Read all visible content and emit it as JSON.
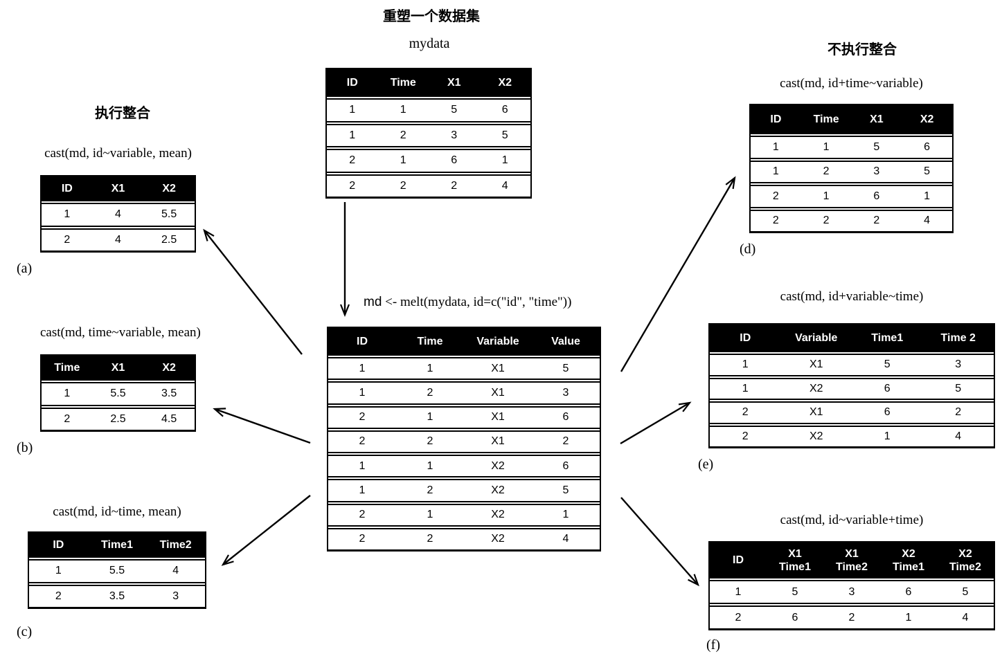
{
  "title": "重塑一个数据集",
  "colors": {
    "background": "#ffffff",
    "table_header_bg": "#000000",
    "table_header_text": "#ffffff",
    "border": "#000000",
    "text": "#000000"
  },
  "center": {
    "mydata_label": "mydata",
    "mydata_table": {
      "headers": [
        "ID",
        "Time",
        "X1",
        "X2"
      ],
      "rows": [
        [
          "1",
          "1",
          "5",
          "6"
        ],
        [
          "1",
          "2",
          "3",
          "5"
        ],
        [
          "2",
          "1",
          "6",
          "1"
        ],
        [
          "2",
          "2",
          "2",
          "4"
        ]
      ]
    },
    "melt_code_prefix": "md",
    "melt_code_rest": " <- melt(mydata, id=c(\"id\", \"time\"))",
    "md_table": {
      "headers": [
        "ID",
        "Time",
        "Variable",
        "Value"
      ],
      "rows": [
        [
          "1",
          "1",
          "X1",
          "5"
        ],
        [
          "1",
          "2",
          "X1",
          "3"
        ],
        [
          "2",
          "1",
          "X1",
          "6"
        ],
        [
          "2",
          "2",
          "X1",
          "2"
        ],
        [
          "1",
          "1",
          "X2",
          "6"
        ],
        [
          "1",
          "2",
          "X2",
          "5"
        ],
        [
          "2",
          "1",
          "X2",
          "1"
        ],
        [
          "2",
          "2",
          "X2",
          "4"
        ]
      ]
    }
  },
  "left_section": {
    "heading": "执行整合",
    "tables": [
      {
        "label": "(a)",
        "caption": "cast(md, id~variable, mean)",
        "headers": [
          "ID",
          "X1",
          "X2"
        ],
        "rows": [
          [
            "1",
            "4",
            "5.5"
          ],
          [
            "2",
            "4",
            "2.5"
          ]
        ]
      },
      {
        "label": "(b)",
        "caption": "cast(md, time~variable, mean)",
        "headers": [
          "Time",
          "X1",
          "X2"
        ],
        "rows": [
          [
            "1",
            "5.5",
            "3.5"
          ],
          [
            "2",
            "2.5",
            "4.5"
          ]
        ]
      },
      {
        "label": "(c)",
        "caption": "cast(md, id~time, mean)",
        "headers": [
          "ID",
          "Time1",
          "Time2"
        ],
        "rows": [
          [
            "1",
            "5.5",
            "4"
          ],
          [
            "2",
            "3.5",
            "3"
          ]
        ]
      }
    ]
  },
  "right_section": {
    "heading": "不执行整合",
    "tables": [
      {
        "label": "(d)",
        "caption": "cast(md, id+time~variable)",
        "headers": [
          "ID",
          "Time",
          "X1",
          "X2"
        ],
        "rows": [
          [
            "1",
            "1",
            "5",
            "6"
          ],
          [
            "1",
            "2",
            "3",
            "5"
          ],
          [
            "2",
            "1",
            "6",
            "1"
          ],
          [
            "2",
            "2",
            "2",
            "4"
          ]
        ]
      },
      {
        "label": "(e)",
        "caption": "cast(md, id+variable~time)",
        "headers": [
          "ID",
          "Variable",
          "Time1",
          "Time 2"
        ],
        "rows": [
          [
            "1",
            "X1",
            "5",
            "3"
          ],
          [
            "1",
            "X2",
            "6",
            "5"
          ],
          [
            "2",
            "X1",
            "6",
            "2"
          ],
          [
            "2",
            "X2",
            "1",
            "4"
          ]
        ]
      },
      {
        "label": "(f)",
        "caption": "cast(md, id~variable+time)",
        "headers": [
          "ID",
          "X1\nTime1",
          "X1\nTime2",
          "X2\nTime1",
          "X2\nTime2"
        ],
        "rows": [
          [
            "1",
            "5",
            "3",
            "6",
            "5"
          ],
          [
            "2",
            "6",
            "2",
            "1",
            "4"
          ]
        ]
      }
    ]
  }
}
